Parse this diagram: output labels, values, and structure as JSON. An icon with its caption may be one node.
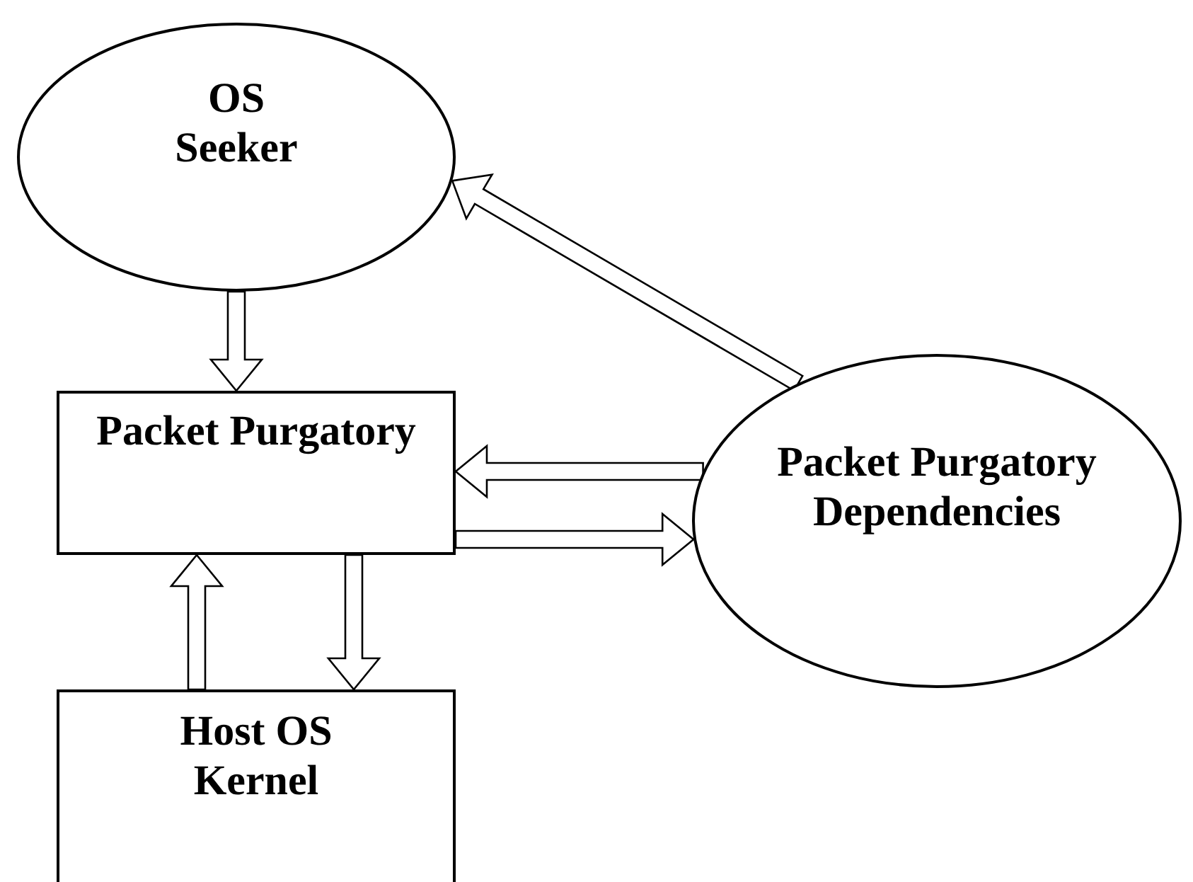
{
  "diagram": {
    "nodes": [
      {
        "text": [
          "OS Seeker"
        ]
      },
      {
        "text": [
          "Packet Purgatory"
        ]
      },
      {
        "text": [
          "Packet Purgatory Dependencies"
        ]
      },
      {
        "text": [
          "Host OS Kernel"
        ]
      }
    ],
    "edges": [
      {
        "from": 0,
        "to": 1,
        "arrow": "to"
      },
      {
        "from": 2,
        "to": 0,
        "arrow": "to"
      },
      {
        "from": 2,
        "to": 1,
        "arrow": "to"
      },
      {
        "from": 1,
        "to": 2,
        "arrow": "to"
      },
      {
        "from": 3,
        "to": 1,
        "arrow": "to"
      },
      {
        "from": 1,
        "to": 3,
        "arrow": "to"
      }
    ]
  }
}
